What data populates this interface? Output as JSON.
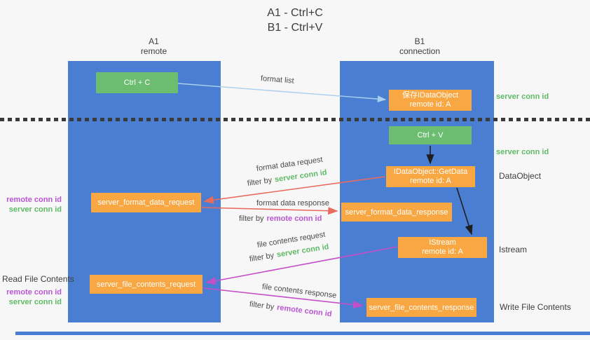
{
  "title": {
    "line1": "A1 - Ctrl+C",
    "line2": "B1 - Ctrl+V"
  },
  "lanes": {
    "left": {
      "name": "A1",
      "role": "remote"
    },
    "right": {
      "name": "B1",
      "role": "connection"
    }
  },
  "nodes": {
    "ctrl_c": {
      "label": "Ctrl + C"
    },
    "ctrl_v": {
      "label": "Ctrl + V"
    },
    "save_dataobject": {
      "line1": "保存IDataObject",
      "line2": "remote id: A"
    },
    "getdata": {
      "line1": "IDataObject::GetData",
      "line2": "remote id: A"
    },
    "istream": {
      "line1": "IStream",
      "line2": "remote id: A"
    },
    "format_request": {
      "label": "server_format_data_request"
    },
    "format_response": {
      "label": "server_format_data_response"
    },
    "file_request": {
      "label": "server_file_contents_request"
    },
    "file_response": {
      "label": "server_file_contents_response"
    }
  },
  "annotations": {
    "server_conn_id": "server conn id",
    "remote_conn_id": "remote conn id",
    "dataobject": "DataObject",
    "istream": "Istream",
    "read_file_contents": "Read File Contents",
    "write_file_contents": "Write File Contents",
    "filter_by": "filter by"
  },
  "arrow_labels": {
    "format_list": "format list",
    "format_data_request": "format data request",
    "format_data_response": "format data response",
    "file_contents_request": "file contents request",
    "file_contents_response": "file contents response"
  },
  "colors": {
    "lane_blue": "#4a7ed2",
    "action_green": "#6dbd71",
    "message_orange": "#f8a742",
    "arrow_light_blue": "#a9cfef",
    "arrow_red": "#e96b5e",
    "arrow_magenta": "#c44fc8",
    "text_green": "#5fba66",
    "text_purple": "#ba55d3",
    "text_dark": "#3d3d3d"
  }
}
